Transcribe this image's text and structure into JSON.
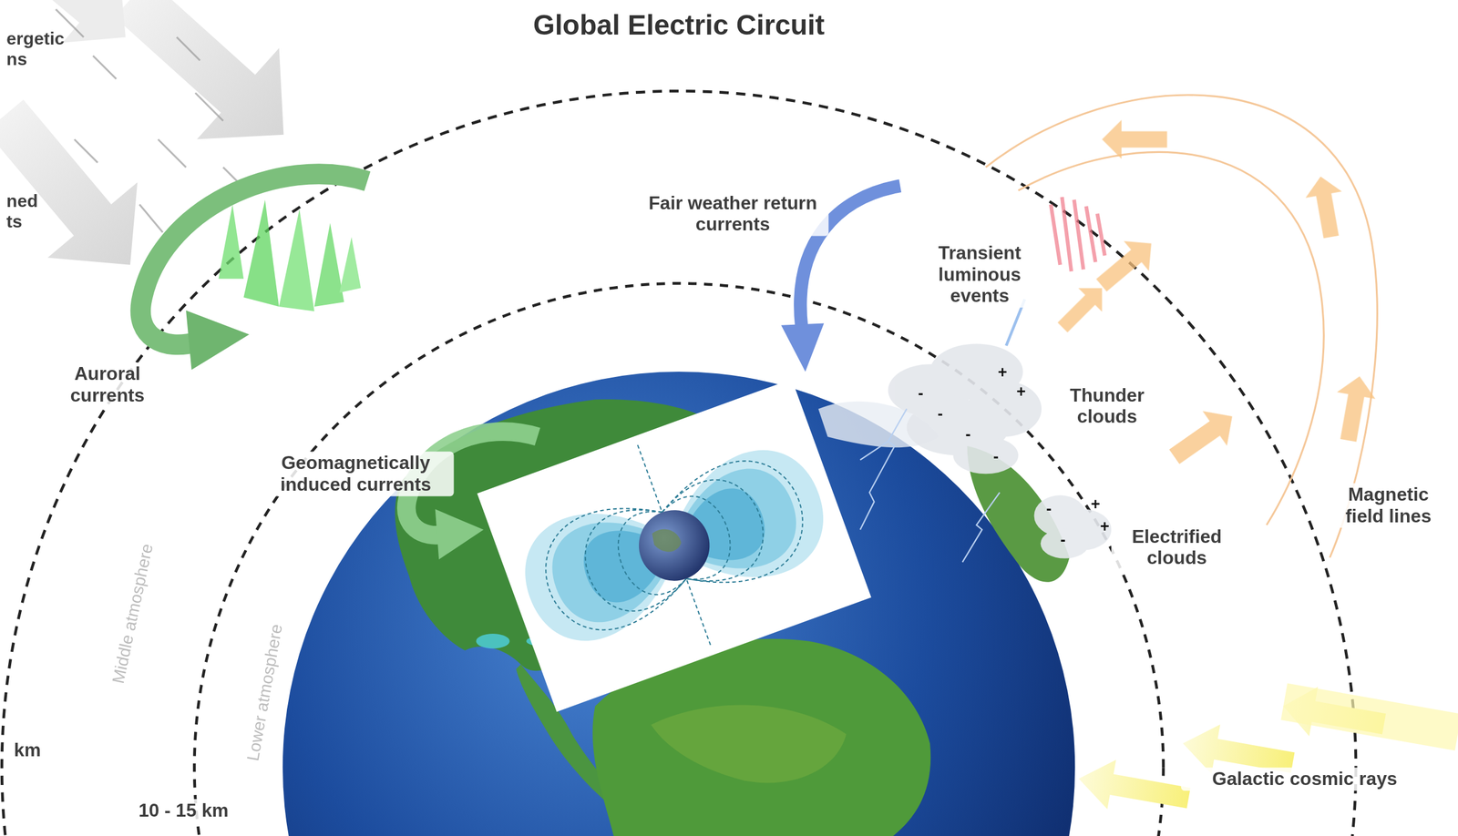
{
  "diagram": {
    "title": "Global Electric Circuit",
    "labels": [
      "ergetic ns",
      "ned ts",
      "Auroral currents",
      "Geomagnetically induced currents",
      "Middle atmosphere",
      "Lower atmosphere",
      "km",
      "10 - 15 km",
      "Fair weather return currents",
      "Transient luminous events",
      "Thunder clouds",
      "Electrified clouds",
      "Magnetic field lines",
      "Galactic cosmic rays",
      "+",
      "+",
      "-",
      "-",
      "-",
      "-",
      "-",
      "-",
      "+",
      "+"
    ]
  }
}
